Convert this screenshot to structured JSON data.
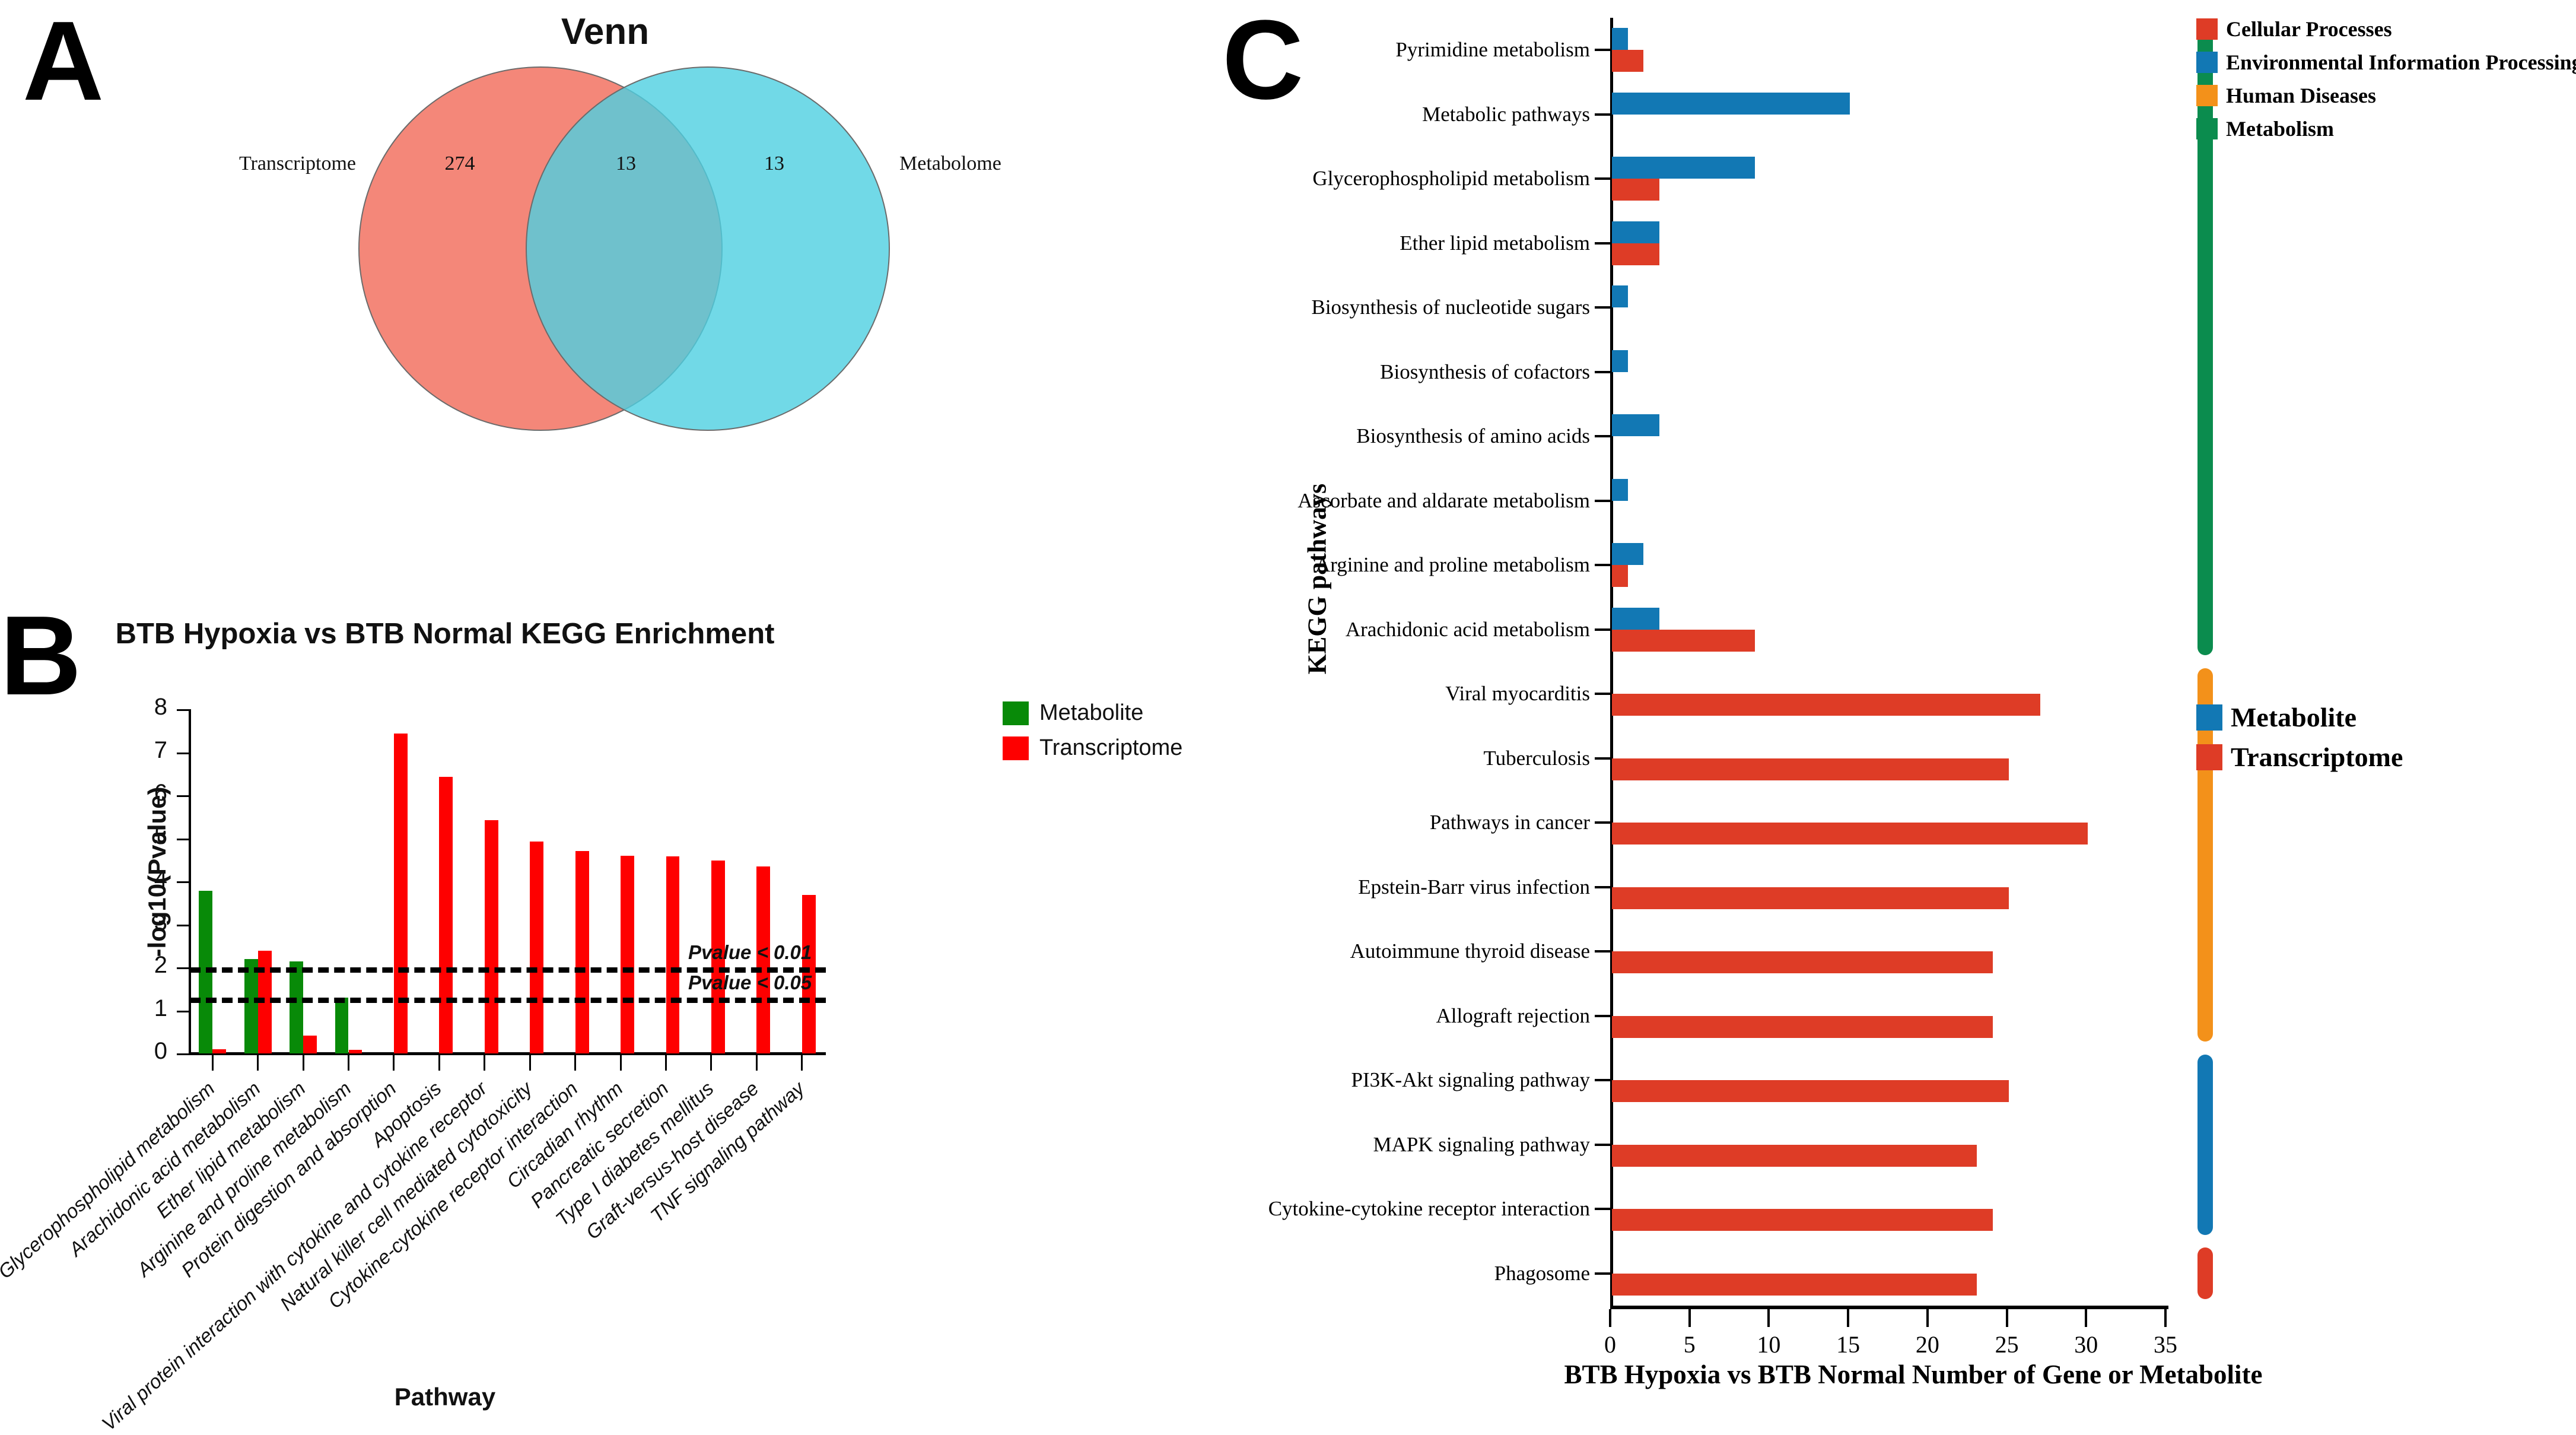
{
  "panels": {
    "a": {
      "letter": "A"
    },
    "b": {
      "letter": "B"
    },
    "c": {
      "letter": "C"
    }
  },
  "venn": {
    "title": "Venn",
    "left_label": "Transcriptome",
    "right_label": "Metabolome",
    "left_only": "274",
    "intersection": "13",
    "right_only": "13",
    "left_color": "#f37666",
    "right_color": "#4dd0e1"
  },
  "panel_b": {
    "legend": [
      {
        "label": "Metabolite",
        "color": "#088a08"
      },
      {
        "label": "Transcriptome",
        "color": "#fe0000"
      }
    ],
    "annotations": [
      {
        "label": "Pvalue < 0.01",
        "y": 2.0
      },
      {
        "label": "Pvalue < 0.05",
        "y": 1.3
      }
    ]
  },
  "panel_c": {
    "legend_category": [
      {
        "label": "Cellular Processes",
        "color": "#de3c26"
      },
      {
        "label": "Environmental Information Processing",
        "color": "#1278b4"
      },
      {
        "label": "Human Diseases",
        "color": "#f3911a"
      },
      {
        "label": "Metabolism",
        "color": "#0b8c4e"
      }
    ],
    "legend_source": [
      {
        "label": "Metabolite",
        "color": "#1278b4"
      },
      {
        "label": "Transcriptome",
        "color": "#de3c26"
      }
    ],
    "category_bands": [
      {
        "name": "Metabolism",
        "color": "#0b8c4e",
        "from_index": 0,
        "to_index": 9
      },
      {
        "name": "Human Diseases",
        "color": "#f3911a",
        "from_index": 10,
        "to_index": 15
      },
      {
        "name": "Environmental Information Processing",
        "color": "#1278b4",
        "from_index": 16,
        "to_index": 18
      },
      {
        "name": "Cellular Processes",
        "color": "#de3c26",
        "from_index": 19,
        "to_index": 19
      }
    ]
  },
  "chart_data": [
    {
      "type": "bar",
      "id": "panel-b-kegg-enrichment",
      "title": "BTB Hypoxia vs BTB Normal KEGG Enrichment",
      "xlabel": "Pathway",
      "ylabel": "-log10(Pvalue)",
      "ylim": [
        0,
        8
      ],
      "yticks": [
        0,
        1,
        2,
        3,
        4,
        5,
        6,
        7,
        8
      ],
      "grid": false,
      "legend_position": "top-right",
      "categories": [
        "Glycerophospholipid metabolism",
        "Arachidonic acid metabolism",
        "Ether lipid metabolism",
        "Arginine and proline metabolism",
        "Protein digestion and absorption",
        "Apoptosis",
        "Viral protein interaction with cytokine and cytokine receptor",
        "Natural killer cell mediated cytotoxicity",
        "Cytokine-cytokine receptor interaction",
        "Circadian rhythm",
        "Pancreatic secretion",
        "Type I diabetes mellitus",
        "Graft-versus-host disease",
        "TNF signaling pathway"
      ],
      "series": [
        {
          "name": "Metabolite",
          "color": "#088a08",
          "values": [
            3.78,
            2.19,
            2.14,
            1.3,
            0,
            0,
            0,
            0,
            0,
            0,
            0,
            0,
            0,
            0
          ]
        },
        {
          "name": "Transcriptome",
          "color": "#fe0000",
          "values": [
            0.1,
            2.39,
            0.42,
            0.08,
            7.43,
            6.43,
            5.42,
            4.93,
            4.7,
            4.6,
            4.58,
            4.48,
            4.35,
            3.68
          ]
        }
      ],
      "threshold_lines": [
        {
          "label": "Pvalue < 0.01",
          "y": 2.0,
          "style": "dashed"
        },
        {
          "label": "Pvalue < 0.05",
          "y": 1.3,
          "style": "dashed"
        }
      ]
    },
    {
      "type": "bar",
      "id": "panel-c-kegg-pathways",
      "orientation": "horizontal",
      "title": "",
      "xlabel": "BTB Hypoxia vs BTB Normal Number of Gene or Metabolite",
      "ylabel": "KEGG pathways",
      "xlim": [
        0,
        35
      ],
      "xticks": [
        0,
        5,
        10,
        15,
        20,
        25,
        30,
        35
      ],
      "grid": false,
      "legend_position": "right",
      "categories": [
        "Pyrimidine metabolism",
        "Metabolic pathways",
        "Glycerophospholipid metabolism",
        "Ether lipid metabolism",
        "Biosynthesis of nucleotide sugars",
        "Biosynthesis of cofactors",
        "Biosynthesis of amino acids",
        "Ascorbate and aldarate metabolism",
        "Arginine and proline metabolism",
        "Arachidonic acid metabolism",
        "Viral myocarditis",
        "Tuberculosis",
        "Pathways in cancer",
        "Epstein-Barr virus infection",
        "Autoimmune thyroid disease",
        "Allograft rejection",
        "PI3K-Akt signaling pathway",
        "MAPK signaling pathway",
        "Cytokine-cytokine receptor interaction",
        "Phagosome"
      ],
      "series": [
        {
          "name": "Metabolite",
          "color": "#1278b4",
          "values": [
            1,
            15,
            9,
            3,
            1,
            1,
            3,
            1,
            2,
            3,
            0,
            0,
            0,
            0,
            0,
            0,
            0,
            0,
            0,
            0
          ]
        },
        {
          "name": "Transcriptome",
          "color": "#de3c26",
          "values": [
            2,
            0,
            3,
            3,
            0,
            0,
            0,
            0,
            1,
            9,
            27,
            25,
            30,
            25,
            24,
            24,
            25,
            23,
            24,
            23
          ]
        }
      ],
      "pathway_classes": [
        "Metabolism",
        "Metabolism",
        "Metabolism",
        "Metabolism",
        "Metabolism",
        "Metabolism",
        "Metabolism",
        "Metabolism",
        "Metabolism",
        "Metabolism",
        "Human Diseases",
        "Human Diseases",
        "Human Diseases",
        "Human Diseases",
        "Human Diseases",
        "Human Diseases",
        "Environmental Information Processing",
        "Environmental Information Processing",
        "Environmental Information Processing",
        "Cellular Processes"
      ]
    }
  ]
}
